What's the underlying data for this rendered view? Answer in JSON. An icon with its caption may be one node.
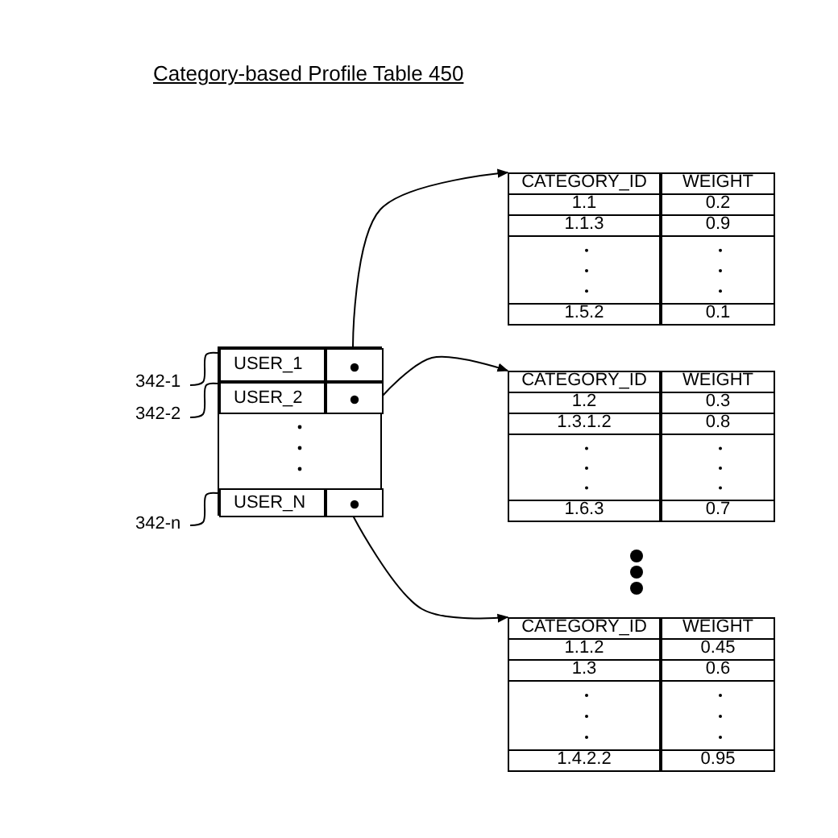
{
  "diagram": {
    "title": "Category-based Profile Table 450",
    "nodes": [
      {
        "text": [],
        "shape": "box"
      },
      {
        "text": [
          "USER_1"
        ],
        "in": 0
      },
      {
        "text": [],
        "shape": "box",
        "in": 0
      },
      {
        "text": [
          "USER_2"
        ],
        "in": 0
      },
      {
        "text": [],
        "shape": "box",
        "in": 0
      },
      {
        "text": [
          "USER_N"
        ],
        "in": 0
      },
      {
        "text": [],
        "shape": "box",
        "in": 0
      },
      {
        "text": [
          "342-1"
        ]
      },
      {
        "text": [
          "342-2"
        ]
      },
      {
        "text": [
          "342-n"
        ]
      },
      {
        "text": [
          "CATEGORY_ID",
          "WEIGHT",
          "1.1",
          "0.2",
          "1.1.3",
          "0.9",
          "1.5.2",
          "0.1"
        ]
      },
      {
        "text": [
          "CATEGORY_ID",
          "WEIGHT",
          "1.2",
          "0.3",
          "1.3.1.2",
          "0.8",
          "1.6.3",
          "0.7"
        ]
      },
      {
        "text": [
          "CATEGORY_ID",
          "WEIGHT",
          "1.1.2",
          "0.45",
          "1.3",
          "0.6",
          "1.4.2.2",
          "0.95"
        ]
      }
    ],
    "edges": [
      {
        "from": 2,
        "to": 10,
        "arrow": "to"
      },
      {
        "from": 4,
        "to": 11,
        "arrow": "to"
      },
      {
        "from": 6,
        "to": 12,
        "arrow": "to"
      },
      {
        "from": 7,
        "to": 1,
        "arrow": "none"
      },
      {
        "from": 8,
        "to": 3,
        "arrow": "none"
      },
      {
        "from": 9,
        "to": 5,
        "arrow": "none"
      }
    ]
  }
}
